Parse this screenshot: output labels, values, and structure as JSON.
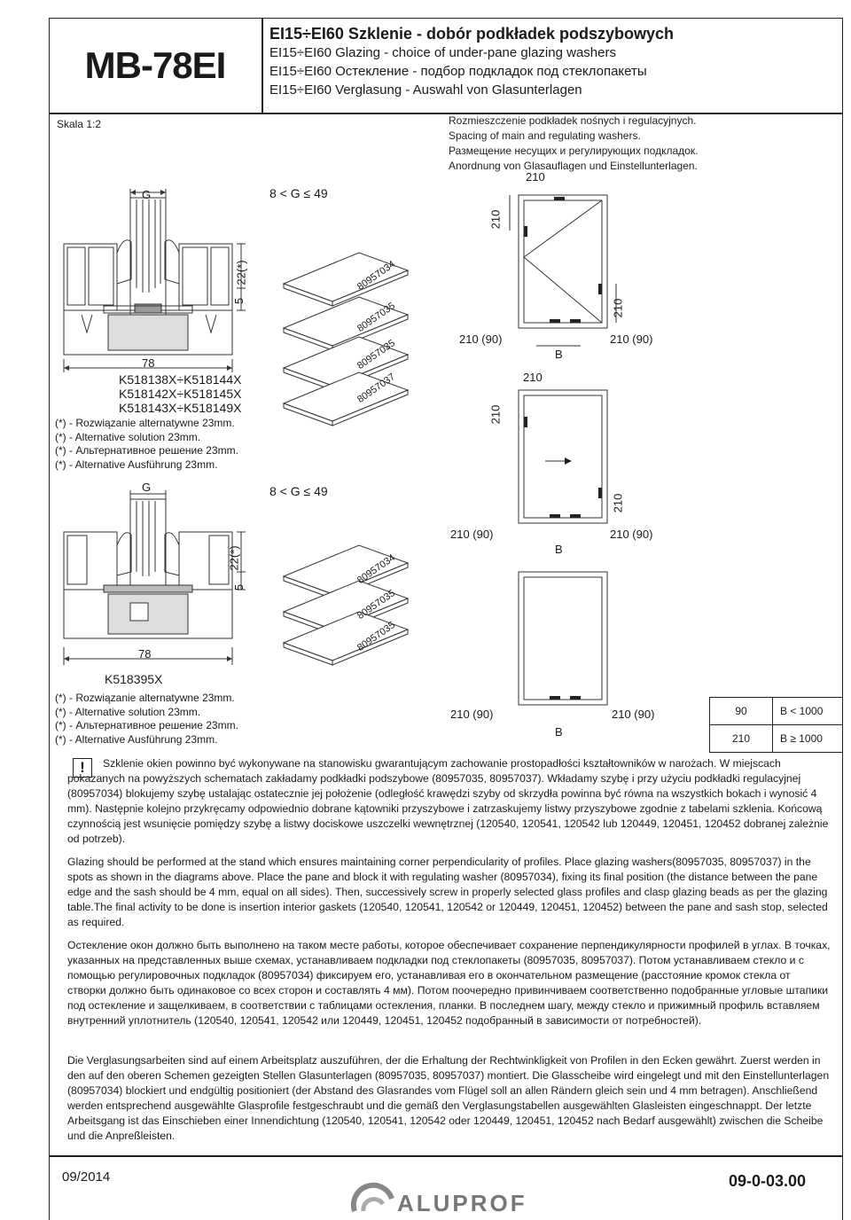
{
  "header": {
    "model": "MB-78EI",
    "title_pl": "EI15÷EI60 Szklenie - dobór podkładek podszybowych",
    "title_en": "EI15÷EI60 Glazing - choice of under-pane glazing washers",
    "title_ru": "EI15÷EI60 Остекление - подбор подкладок под стеклопакеты",
    "title_de": "EI15÷EI60 Verglasung - Auswahl von Glasunterlagen"
  },
  "scale": "Skala 1:2",
  "spacing": {
    "pl": "Rozmieszczenie podkładek nośnych i regulacyjnych.",
    "en": "Spacing of main and regulating washers.",
    "ru": "Размещение несущих и регулирующих подкладок.",
    "de": "Anordnung von Glasauflagen und Einstellunterlagen."
  },
  "section1": {
    "g_label": "G",
    "range": "8 < G ≤ 49",
    "dim_22": "22(*)",
    "dim_5": "5",
    "dim_78": "78",
    "codes": [
      "K518138X÷K518144X",
      "K518142X÷K518145X",
      "K518143X÷K518149X"
    ],
    "washers": [
      "80957034",
      "80957035",
      "80957035",
      "80957037"
    ]
  },
  "section2": {
    "g_label": "G",
    "range": "8 < G ≤ 49",
    "dim_22": "22(*)",
    "dim_5": "5",
    "dim_78": "78",
    "codes": [
      "K518395X"
    ],
    "washers": [
      "80957034",
      "80957035",
      "80957035"
    ]
  },
  "notes": [
    "(*) - Rozwiązanie alternatywne 23mm.",
    "(*) - Alternative solution 23mm.",
    "(*) - Альтернативное решение 23mm.",
    "(*) - Alternative Ausführung 23mm."
  ],
  "frames": {
    "d210": "210",
    "d210_90": "210 (90)",
    "b": "B"
  },
  "b_table": [
    {
      "value": "90",
      "condition": "B < 1000"
    },
    {
      "value": "210",
      "condition": "B ≥ 1000"
    }
  ],
  "paragraphs": {
    "pl": "Szklenie okien powinno być wykonywane na stanowisku gwarantującym zachowanie prostopadłości kształtowników w narożach. W miejscach pokazanych na powyższych schematach zakładamy podkładki podszybowe (80957035, 80957037). Wkładamy szybę i przy użyciu podkładki regulacyjnej (80957034) blokujemy szybę ustalając ostatecznie jej położenie (odległość krawędzi szyby od skrzydła powinna być równa na wszystkich bokach i wynosić 4 mm). Następnie kolejno przykręcamy odpowiednio dobrane kątowniki przyszybowe i zatrzaskujemy listwy przyszybowe zgodnie z tabelami szklenia. Końcową czynnością jest wsunięcie pomiędzy szybę a listwy dociskowe uszczelki wewnętrznej (120540, 120541, 120542 lub 120449, 120451, 120452 dobranej zależnie od potrzeb).",
    "en": "Glazing should be performed at the stand which ensures maintaining corner perpendicularity of profiles. Place glazing washers(80957035, 80957037) in the spots as shown in the diagrams above. Place the pane and block it with regulating washer (80957034), fixing its final position (the distance between the pane edge and the sash should be 4 mm, equal on all sides). Then, successively screw in properly selected glass profiles and clasp glazing beads as per the glazing table.The final activity to be done is insertion interior gaskets (120540, 120541, 120542 or 120449, 120451, 120452) between the pane and sash stop, selected as required.",
    "ru": "Остекление окон должно быть выполнено на таком месте работы, которое обеспечивает сохранение перпендикулярности профилей в углах. В точках, указанных на представленных выше схемах, устанавливаем подкладки под стеклопакеты (80957035, 80957037). Потом устанавливаем стекло и с помощью регулировочных подкладок (80957034) фиксируем его, устанавливая его в окончательном размещение (расстояние кромок стекла от створки должно быть одинаковое со всех сторон и составлять 4 мм). Потом поочередно привинчиваем соответственно подобранные угловые штапики под остекление и защелкиваем, в соответствии с таблицами остекления, планки. В последнем шагу, между стекло и прижимный профиль вставляем внутренний уплотнитель (120540, 120541, 120542 или 120449, 120451, 120452 подобранный в зависимости от потребностей).",
    "de": "Die Verglasungsarbeiten sind auf einem Arbeitsplatz auszuführen, der die Erhaltung der Rechtwinkligkeit von Profilen in den Ecken gewährt. Zuerst werden in den auf den oberen Schemen gezeigten Stellen Glasunterlagen (80957035, 80957037) montiert. Die Glasscheibe wird eingelegt und mit den Einstellunterlagen (80957034) blockiert und endgültig positioniert (der Abstand des Glasrandes vom Flügel soll an allen Rändern gleich sein und 4 mm betragen). Anschließend werden entsprechend ausgewählte Glasprofile festgeschraubt und die gemäß den Verglasungstabellen ausgewählten Glasleisten eingeschnappt. Der letzte Arbeitsgang ist das Einschieben einer Innendichtung (120540, 120541, 120542 oder 120449, 120451, 120452 nach Bedarf ausgewählt) zwischen die Scheibe und die Anpreßleisten."
  },
  "footer": {
    "date": "09/2014",
    "doc_number": "09-0-03.00",
    "brand": "ALUPROF"
  }
}
